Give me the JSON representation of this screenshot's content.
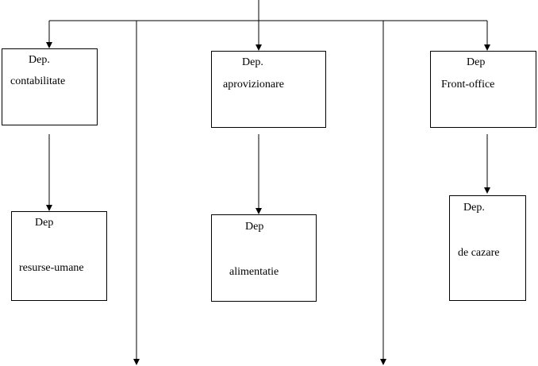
{
  "diagram": {
    "departments": {
      "contabilitate": {
        "line1": "Dep.",
        "line2": "contabilitate"
      },
      "aprovizionare": {
        "line1": "Dep.",
        "line2": "aprovizionare"
      },
      "front_office": {
        "line1": "Dep",
        "line2": "Front-office"
      },
      "resurse_umane": {
        "line1": "Dep",
        "line2": "resurse-umane"
      },
      "alimentatie": {
        "line1": "Dep",
        "line2": "alimentatie"
      },
      "cazare": {
        "line1": "Dep.",
        "line2": "de cazare"
      }
    },
    "colors": {
      "stroke": "#000000",
      "background": "#ffffff"
    }
  }
}
